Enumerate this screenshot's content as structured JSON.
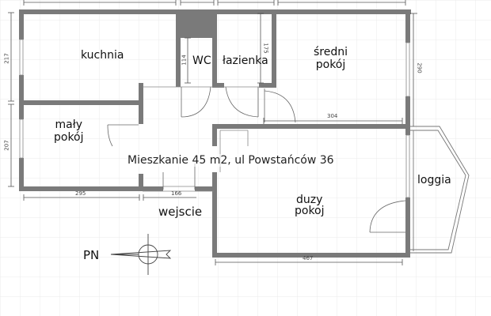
{
  "title": "Mieszkanie 45 m2, ul Powstańców 36",
  "rooms": {
    "kuchnia": "kuchnia",
    "wc": "WC",
    "lazienka": "łazienka",
    "sredni_line1": "średni",
    "sredni_line2": "pokój",
    "maly_line1": "mały",
    "maly_line2": "pokój",
    "duzy_line1": "duzy",
    "duzy_line2": "pokoj",
    "loggia": "loggia",
    "wejscie": "wejscie"
  },
  "dimensions": {
    "kuchnia_height": "217",
    "maly_height": "207",
    "wc_height": "114",
    "lazienka_height": "175",
    "sredni_height": "290",
    "sredni_width": "304",
    "maly_width": "295",
    "entry_width": "166",
    "duzy_width": "467"
  },
  "compass": {
    "label": "PN"
  },
  "colors": {
    "wall": "#7a7a7a",
    "grid": "#e6e6e6",
    "line": "#555555"
  }
}
